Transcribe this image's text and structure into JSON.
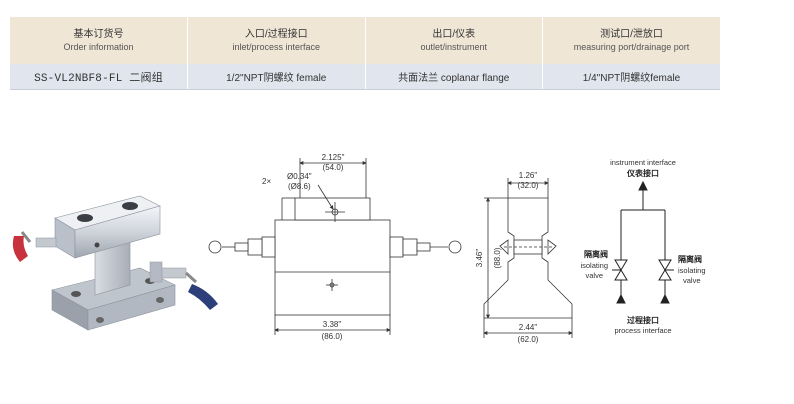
{
  "table": {
    "headers": [
      {
        "zh": "基本订货号",
        "en": "Order information"
      },
      {
        "zh": "入口/过程接口",
        "en": "inlet/process interface"
      },
      {
        "zh": "出口/仪表",
        "en": "outlet/instrument"
      },
      {
        "zh": "测试口/泄放口",
        "en": "measuring port/drainage port"
      }
    ],
    "row": [
      "SS-VL2NBF8-FL 二阀组",
      "1/2\"NPT阴螺纹 female",
      "共面法兰 coplanar flange",
      "1/4\"NPT阴螺纹female"
    ]
  },
  "front_view": {
    "dim_top": "2.125\"",
    "dim_top_mm": "(54.0)",
    "hole_prefix": "2×",
    "hole_dia": "Ø0.34\"",
    "hole_dia_mm": "(Ø8.6)",
    "dim_bottom": "3.38\"",
    "dim_bottom_mm": "(86.0)"
  },
  "side_view": {
    "dim_top": "1.26\"",
    "dim_top_mm": "(32.0)",
    "dim_height": "3.46\"",
    "dim_height_mm": "(88.0)",
    "dim_bottom": "2.44\"",
    "dim_bottom_mm": "(62.0)"
  },
  "schematic": {
    "top_en": "instrument interface",
    "top_zh": "仪表接口",
    "left_zh": "隔离阀",
    "left_en1": "isolating",
    "left_en2": "valve",
    "right_zh": "隔离阀",
    "right_en1": "isolating",
    "right_en2": "valve",
    "bottom_zh": "过程接口",
    "bottom_en": "process interface"
  },
  "colors": {
    "header_bg": "#efe6d6",
    "row_bg": "#e1e5ed",
    "handle_red": "#c8323c",
    "handle_blue": "#2c3f7a"
  }
}
